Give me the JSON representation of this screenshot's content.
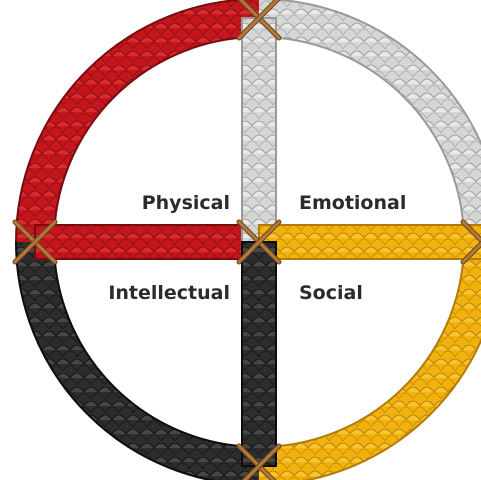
{
  "diagram": {
    "type": "medicine-wheel",
    "quadrants": [
      {
        "id": "top-left",
        "label": "Physical",
        "color": "#c4161c",
        "highlight": "#ea3b3f",
        "shadow": "#7a0c10"
      },
      {
        "id": "top-right",
        "label": "Emotional",
        "color": "#d6d6d6",
        "highlight": "#f6f6f6",
        "shadow": "#9a9a9a"
      },
      {
        "id": "bottom-right",
        "label": "Social",
        "color": "#f1b20d",
        "highlight": "#ffd24a",
        "shadow": "#b27b06"
      },
      {
        "id": "bottom-left",
        "label": "Intellectual",
        "color": "#2d2d2d",
        "highlight": "#5a5a5a",
        "shadow": "#0d0d0d"
      }
    ],
    "binding_color": "#b07a3e",
    "binding_shadow": "#6e4518"
  }
}
